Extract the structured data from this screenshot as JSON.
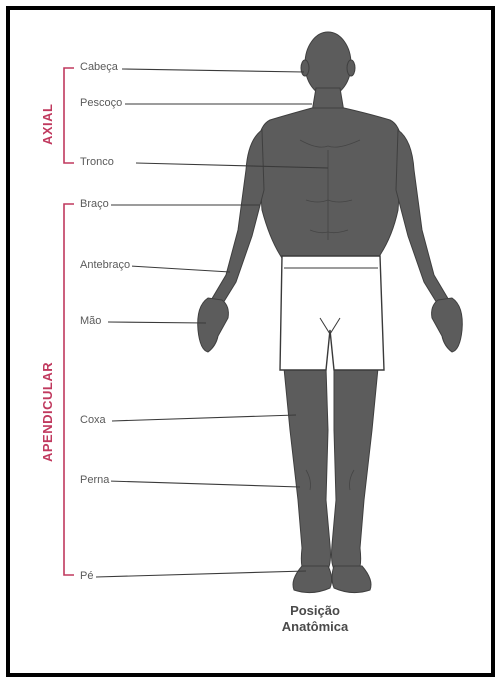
{
  "groups": {
    "axial": "AXIAL",
    "appendicular": "APENDICULAR"
  },
  "labels": {
    "head": "Cabeça",
    "neck": "Pescoço",
    "trunk": "Tronco",
    "arm": "Braço",
    "forearm": "Antebraço",
    "hand": "Mão",
    "thigh": "Coxa",
    "leg": "Perna",
    "foot": "Pé"
  },
  "caption": {
    "line1": "Posição",
    "line2": "Anatômica"
  },
  "colors": {
    "bracket": "#c0395e",
    "skin": "#5c5c5c",
    "shorts": "#ffffff",
    "leader_line": "#3a3a3a"
  }
}
